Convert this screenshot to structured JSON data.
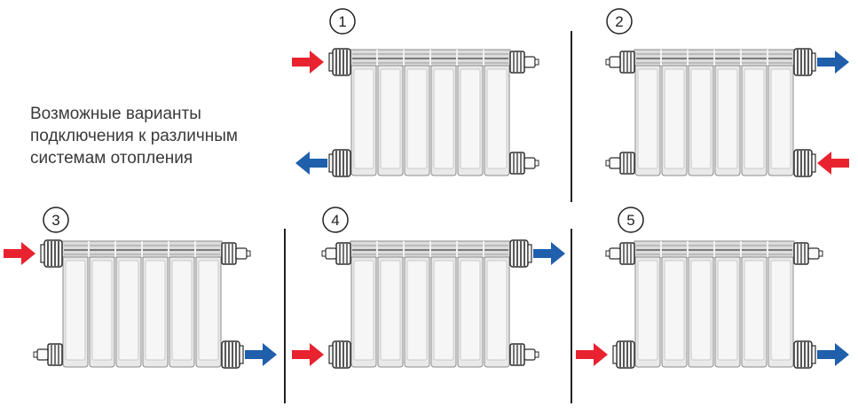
{
  "caption": {
    "lines": [
      "Возможные варианты",
      "подключения к различным",
      "системам отопления"
    ]
  },
  "colors": {
    "supply": "#e8232f",
    "return": "#1f5fac",
    "radiator_body": "#e9e9e9",
    "radiator_outline": "#8a8a8a",
    "fitting": "#2e2e2e",
    "divider": "#222222",
    "number_ring": "#222222"
  },
  "diagrams": [
    {
      "number": "1",
      "connections": {
        "top_left": "supply",
        "top_right": "plug",
        "bottom_left": "return",
        "bottom_right": "plug"
      }
    },
    {
      "number": "2",
      "connections": {
        "top_left": "plug",
        "top_right": "return",
        "bottom_left": "plug",
        "bottom_right": "supply"
      }
    },
    {
      "number": "3",
      "connections": {
        "top_left": "supply",
        "top_right": "plug",
        "bottom_left": "plug",
        "bottom_right": "return"
      }
    },
    {
      "number": "4",
      "connections": {
        "top_left": "plug",
        "top_right": "return",
        "bottom_left": "supply",
        "bottom_right": "plug"
      }
    },
    {
      "number": "5",
      "connections": {
        "top_left": "plug",
        "top_right": "plug",
        "bottom_left": "supply",
        "bottom_right": "return"
      }
    }
  ],
  "icons": {
    "inlet_arrow": "arrow-right-icon",
    "outlet_arrow": "arrow-icon",
    "end_plug": "plug-icon",
    "open_port": "nipple-icon"
  }
}
